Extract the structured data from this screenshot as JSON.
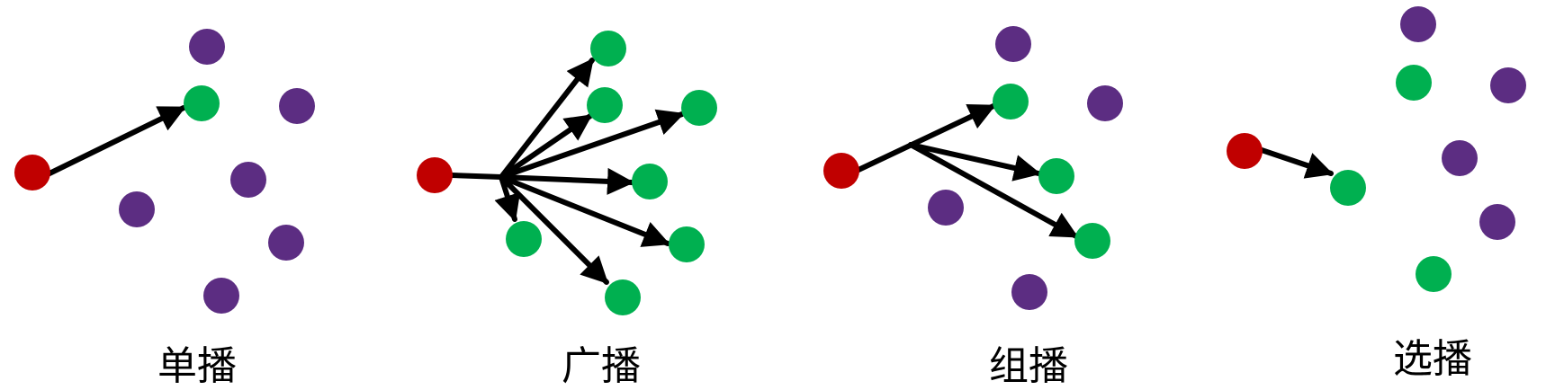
{
  "colors": {
    "source": "#c00000",
    "receiver": "#00b050",
    "non_receiver": "#5c2d82",
    "arrow": "#000000",
    "background": "#ffffff"
  },
  "panels": [
    {
      "id": "unicast",
      "label": "单播"
    },
    {
      "id": "broadcast",
      "label": "广播"
    },
    {
      "id": "multicast",
      "label": "组播"
    },
    {
      "id": "anycast",
      "label": "选播"
    }
  ]
}
